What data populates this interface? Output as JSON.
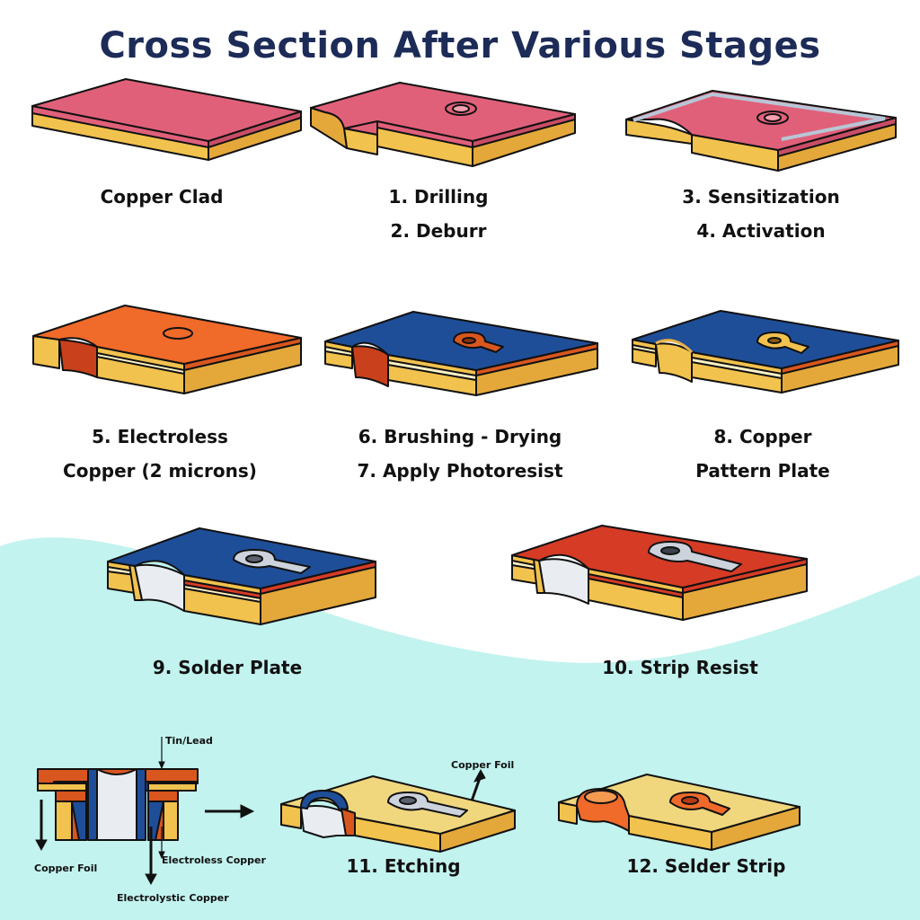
{
  "title": "Cross Section After Various Stages",
  "stages": [
    {
      "lines": [
        "Copper Clad"
      ]
    },
    {
      "lines": [
        "1. Drilling",
        "2. Deburr"
      ]
    },
    {
      "lines": [
        "3. Sensitization",
        "4. Activation"
      ]
    },
    {
      "lines": [
        "5. Electroless",
        "Copper (2 microns)"
      ]
    },
    {
      "lines": [
        "6. Brushing - Drying",
        "7. Apply Photoresist"
      ]
    },
    {
      "lines": [
        "8. Copper",
        "Pattern Plate"
      ]
    },
    {
      "lines": [
        "9. Solder Plate"
      ]
    },
    {
      "lines": [
        "10. Strip Resist"
      ]
    },
    {
      "lines": [
        "11. Etching"
      ]
    },
    {
      "lines": [
        "12. Selder Strip"
      ]
    }
  ],
  "detail_labels": {
    "tin_lead": "Tin/Lead",
    "copper_foil_left": "Copper Foil",
    "electroless_copper": "Electroless Copper",
    "electrolytic_copper": "Electrolystic Copper",
    "copper_foil_right": "Copper Foil"
  },
  "colors": {
    "substrate": "#f2c24e",
    "substrate_side": "#e4a83a",
    "copper_pink": "#e0607a",
    "electroless_orange": "#f06a2a",
    "photoresist_blue": "#1f4e99",
    "tin_lead_silver": "#cdd3dc",
    "plated_copper_red": "#d63b26",
    "background_wave": "#c2f3ef",
    "title": "#1c2b57"
  }
}
